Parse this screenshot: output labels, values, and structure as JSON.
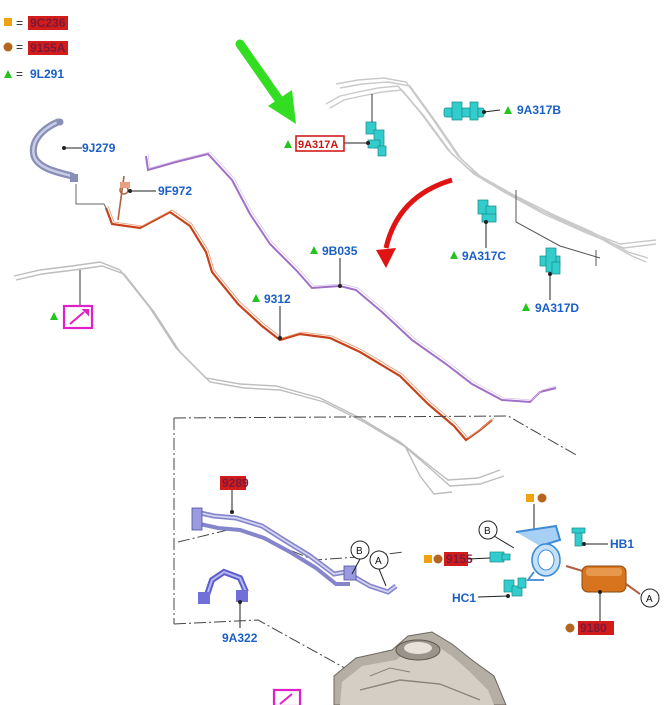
{
  "colors": {
    "label_blue": "#1a5fc7",
    "redact_red": "#d21c1c",
    "tri_green": "#22c41e",
    "sq_orange": "#f2a20f",
    "dot_brown": "#b5651d",
    "pipe_orange": "#c8421a",
    "pipe_purple": "#a070c8",
    "part_cyan": "#33cccc",
    "part_blue": "#6a6ad8",
    "filter_orange": "#d8741e",
    "magenta": "#e020c8",
    "arrow_green": "#33dd22",
    "arrow_red": "#e01414"
  },
  "legend": {
    "items": [
      {
        "marker": "square-icon",
        "eq": "=",
        "label": "9C236"
      },
      {
        "marker": "dot-icon",
        "eq": "=",
        "label": "9155A"
      },
      {
        "marker": "triangle-icon",
        "eq": "=",
        "label": "9L291"
      }
    ]
  },
  "callouts": {
    "c9J279": "9J279",
    "c9F972": "9F972",
    "c9A317A": "9A317A",
    "c9A317B": "9A317B",
    "c9A317C": "9A317C",
    "c9A317D": "9A317D",
    "c9B035": "9B035",
    "c9312": "9312",
    "c9289": "9289",
    "c9A322": "9A322",
    "cHB1": "HB1",
    "cHC1": "HC1",
    "c9155": "9155",
    "c9180": "9180"
  },
  "markers": {
    "a1": "A",
    "a2": "A",
    "b1": "B",
    "b2": "B"
  }
}
